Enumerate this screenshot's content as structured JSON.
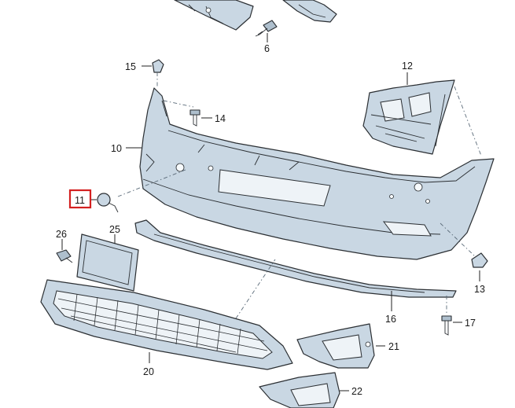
{
  "callouts": {
    "c6": "6",
    "c10": "10",
    "c11": "11",
    "c12": "12",
    "c13": "13",
    "c14": "14",
    "c15": "15",
    "c16": "16",
    "c17": "17",
    "c20": "20",
    "c21": "21",
    "c22": "22",
    "c25": "25",
    "c26": "26"
  },
  "highlighted_callout": "11",
  "colors": {
    "part_fill": "#c9d7e3",
    "outline": "#2b2f33",
    "highlight": "#d42020",
    "background": "#ffffff"
  }
}
